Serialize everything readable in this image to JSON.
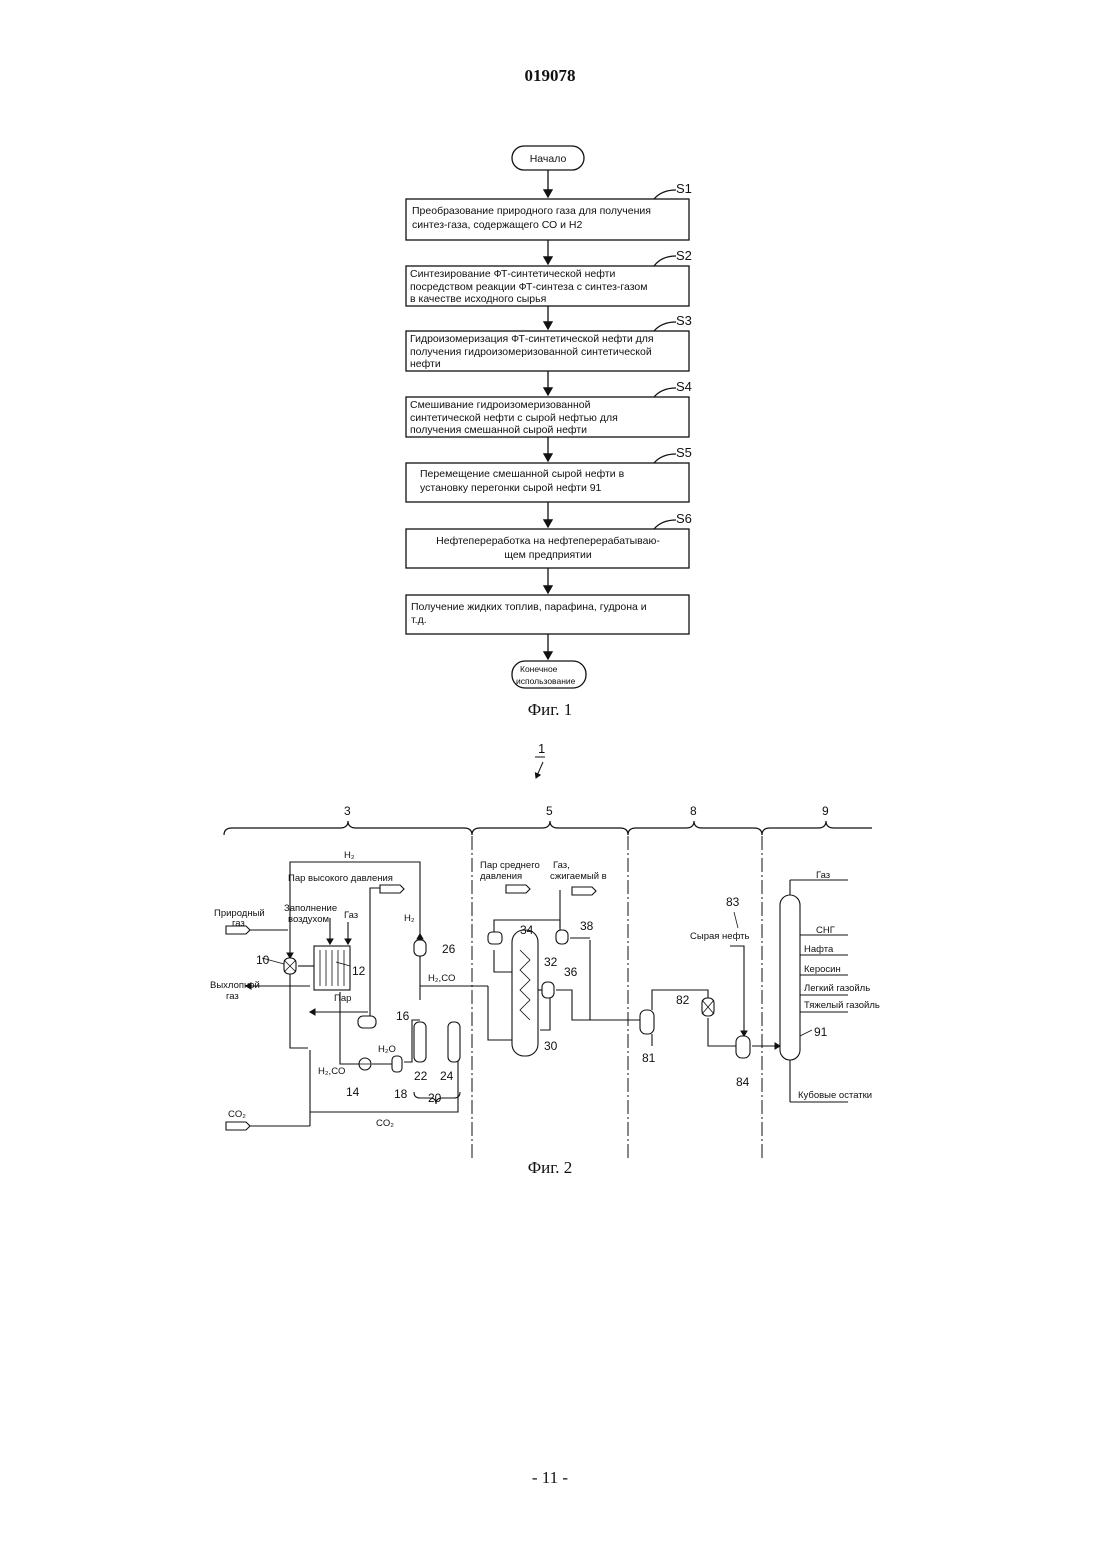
{
  "header": {
    "doc_number": "019078"
  },
  "figure1": {
    "caption": "Фиг. 1",
    "start": "Начало",
    "steps": [
      {
        "id": "S1",
        "lines": [
          "Преобразование природного газа для получения",
          "синтез-газа, содержащего СО и Н2"
        ]
      },
      {
        "id": "S2",
        "lines": [
          "Синтезирование ФТ-синтетической нефти",
          "посредством реакции ФТ-синтеза с синтез-газом",
          "в качестве исходного сырья"
        ]
      },
      {
        "id": "S3",
        "lines": [
          "Гидроизомеризация ФТ-синтетической нефти для",
          "получения гидроизомеризованной синтетической",
          "нефти"
        ]
      },
      {
        "id": "S4",
        "lines": [
          "Смешивание гидроизомеризованной",
          "синтетической нефти с сырой нефтью для",
          "получения смешанной сырой нефти"
        ]
      },
      {
        "id": "S5",
        "lines": [
          "Перемещение смешанной сырой нефти в",
          "установку перегонки сырой нефти 91"
        ]
      },
      {
        "id": "S6",
        "lines": [
          "Нефтепереработка на нефтеперерабатываю-",
          "щем предприятии"
        ]
      },
      {
        "id": "",
        "lines": [
          "Получение жидких топлив, парафина, гудрона и",
          "т.д."
        ]
      }
    ],
    "end": [
      "Конечное",
      "использование"
    ]
  },
  "figure2": {
    "caption": "Фиг. 2",
    "ref": "1",
    "sections": [
      "3",
      "5",
      "8",
      "9"
    ],
    "labels": {
      "h2_top": "H₂",
      "steam_high": "Пар высокого давления",
      "natural_gas_1": "Природный",
      "natural_gas_2": "газ",
      "air_fill_1": "Заполнение",
      "air_fill_2": "воздухом",
      "gas": "Газ",
      "exhaust_1": "Выхлопной",
      "exhaust_2": "газ",
      "steam": "Пар",
      "h2_26": "H₂",
      "h2co_mid": "H₂,CO",
      "h2o": "H₂O",
      "h2co_low": "H₂,CO",
      "co2_in": "CO₂",
      "co2_line": "CO₂",
      "steam_mid_1": "Пар среднего",
      "steam_mid_2": "давления",
      "gas_burn_1": "Газ,",
      "gas_burn_2": "сжигаемый в",
      "crude_oil": "Сырая нефть",
      "out_gas": "Газ",
      "out_lpg": "СНГ",
      "out_naphtha": "Нафта",
      "out_kerosene": "Керосин",
      "out_light_gasoil": "Легкий газойль",
      "out_heavy_gasoil": "Тяжелый газойль",
      "bottoms": "Кубовые остатки"
    },
    "numbers": [
      "10",
      "12",
      "14",
      "16",
      "18",
      "20",
      "22",
      "24",
      "26",
      "30",
      "32",
      "34",
      "36",
      "38",
      "81",
      "82",
      "83",
      "84",
      "91"
    ]
  },
  "footer": {
    "page": "- 11 -"
  }
}
